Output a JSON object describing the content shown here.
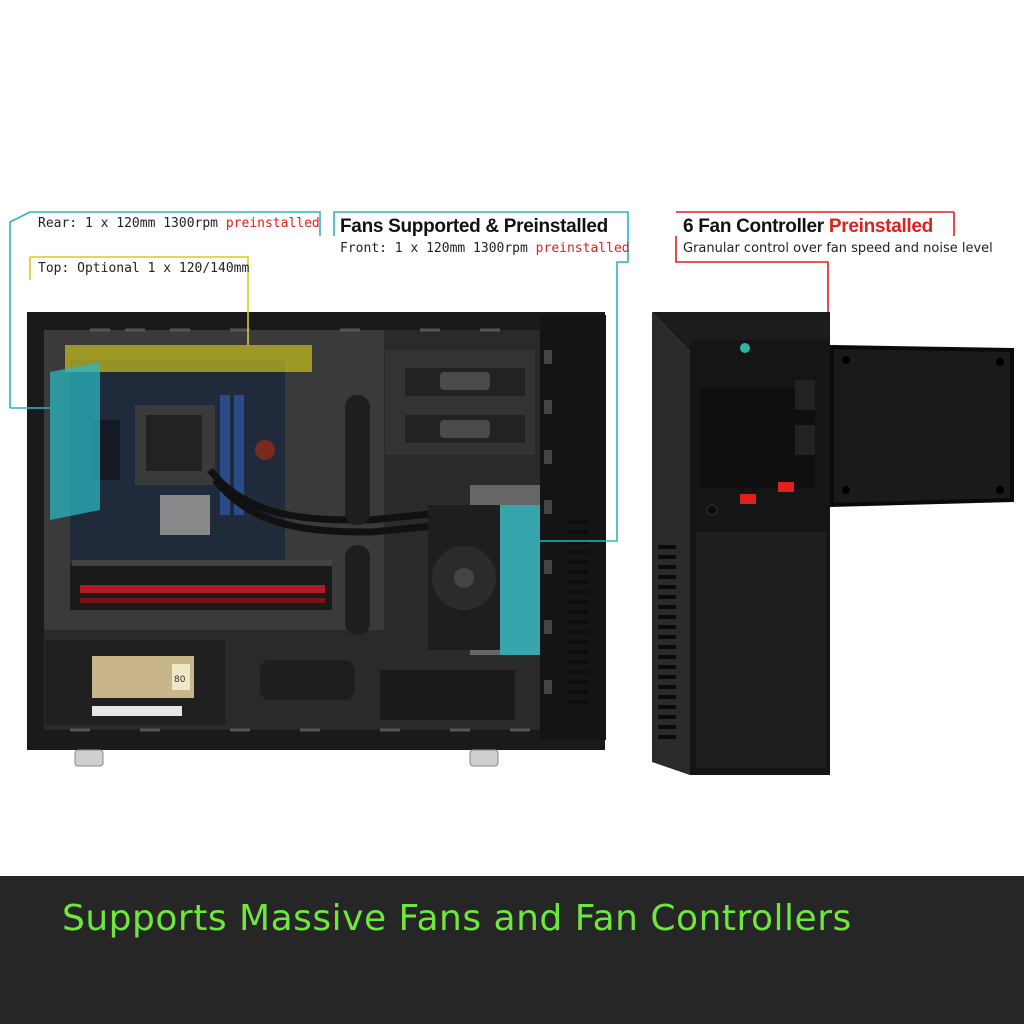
{
  "callouts": {
    "rear": {
      "text": "Rear: 1 x 120mm 1300rpm",
      "highlight": "preinstalled"
    },
    "top": {
      "text": "Top: Optional 1 x 120/140mm"
    },
    "fans": {
      "title": "Fans Supported & Preinstalled",
      "front_text": "Front: 1 x 120mm 1300rpm",
      "front_highlight": "preinstalled"
    },
    "controller": {
      "title": "6 Fan Controller",
      "title_highlight": "Preinstalled",
      "subtitle": "Granular control over fan speed and noise level"
    }
  },
  "psu_badge": "80",
  "banner": {
    "text": "Supports Massive Fans and Fan Controllers"
  },
  "colors": {
    "teal": "#2bb5c0",
    "yellow": "#d4cd1a",
    "red": "#e0201c",
    "green": "#6ee83a",
    "banner_bg": "#262626"
  }
}
